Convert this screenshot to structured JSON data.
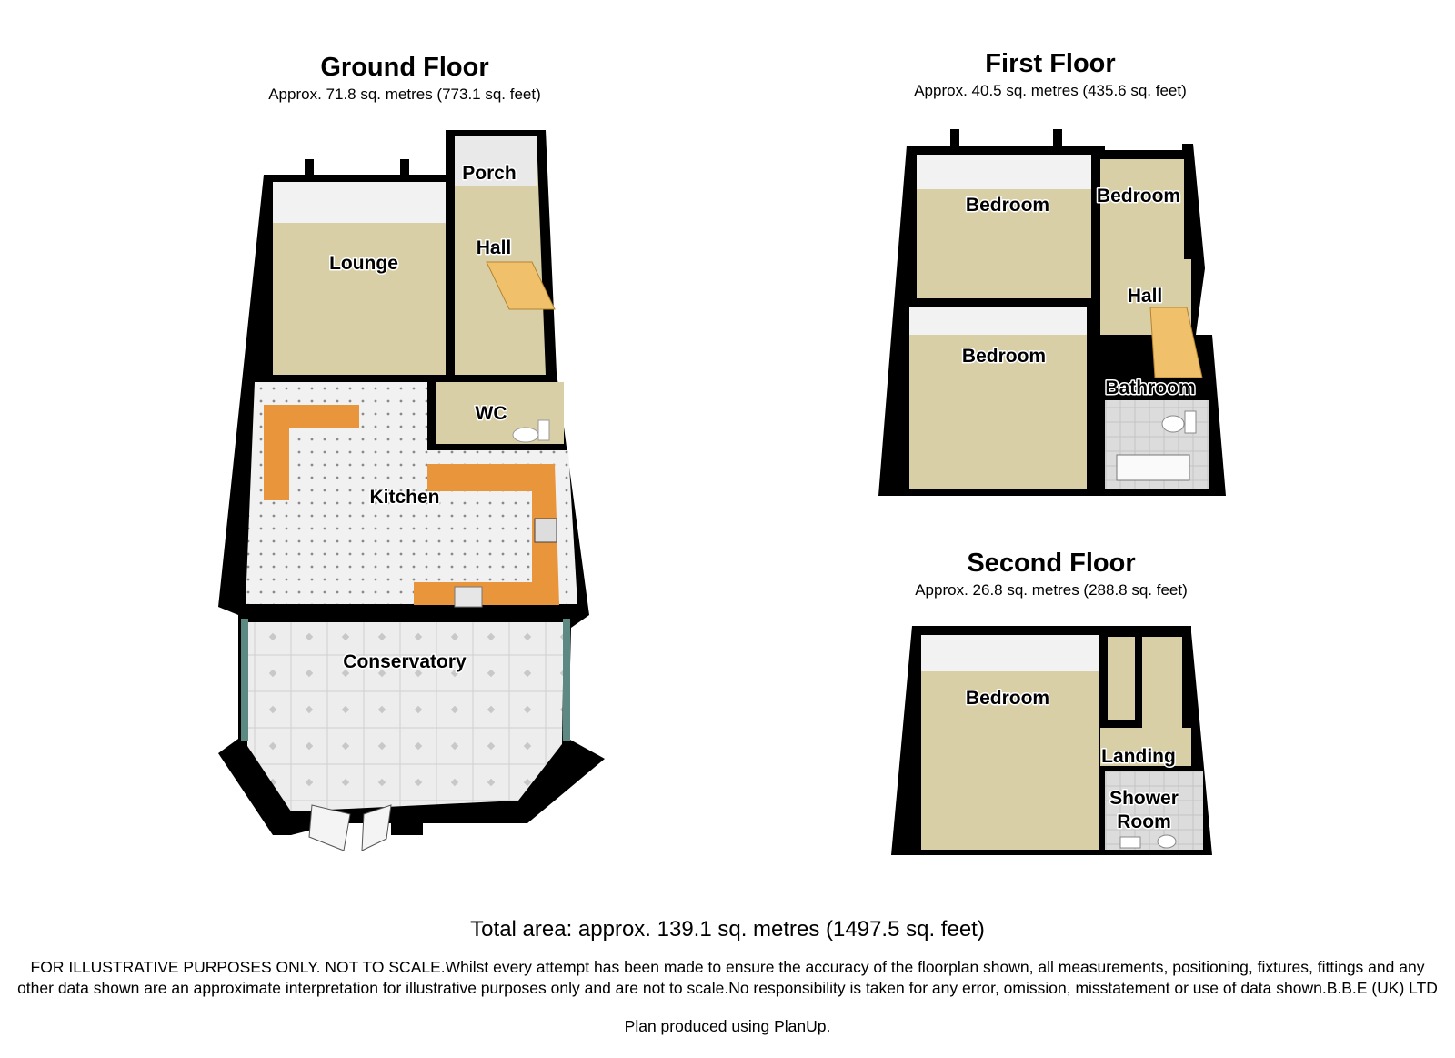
{
  "floors": {
    "ground": {
      "title": "Ground Floor",
      "area": "Approx.  71.8 sq. metres (773.1 sq. feet)",
      "rooms": {
        "lounge": "Lounge",
        "porch": "Porch",
        "hall": "Hall",
        "wc": "WC",
        "kitchen": "Kitchen",
        "conservatory": "Conservatory"
      }
    },
    "first": {
      "title": "First Floor",
      "area": "Approx.  40.5 sq. metres (435.6 sq. feet)",
      "rooms": {
        "bedroom_back_left": "Bedroom",
        "bedroom_back_right": "Bedroom",
        "hall": "Hall",
        "bedroom_front": "Bedroom",
        "bathroom": "Bathroom"
      }
    },
    "second": {
      "title": "Second Floor",
      "area": "Approx.  26.8 sq. metres (288.8 sq. feet)",
      "rooms": {
        "bedroom": "Bedroom",
        "landing": "Landing",
        "shower_line1": "Shower",
        "shower_line2": "Room"
      }
    }
  },
  "total_area": "Total area: approx. 139.1 sq. metres (1497.5 sq. feet)",
  "disclaimer": "FOR ILLUSTRATIVE PURPOSES ONLY. NOT TO SCALE.Whilst every attempt has been made to ensure the accuracy of the floorplan shown, all measurements, positioning, fixtures, fittings and any other data shown are an approximate interpretation for illustrative purposes only and are not to scale.No responsibility is taken for any error, omission, misstatement or use of data shown.B.B.E (UK) LTD",
  "produced_by": "Plan produced using PlanUp.",
  "colors": {
    "wall": "#000000",
    "carpet": "#d9cfa6",
    "worktop": "#e8953c",
    "tile": "#eeeeee",
    "glass": "#5c8a83"
  }
}
